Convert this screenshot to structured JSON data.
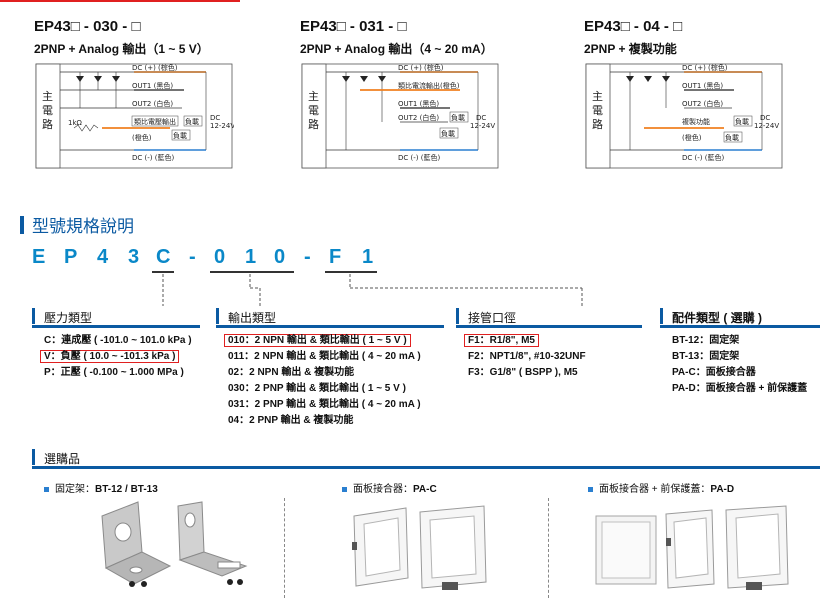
{
  "models": [
    {
      "title": "EP43□ - 030 - □",
      "subtitle": "2PNP + Analog 輸出（1 ~ 5 V）",
      "labels": {
        "dc_plus": "DC (+) (棕色)",
        "out1": "OUT1 (黑色)",
        "out2": "OUT2 (白色)",
        "mid": "類比電壓輸出",
        "orange": "(橙色)",
        "dc_minus": "DC (-) (藍色)",
        "resistor": "1kΩ",
        "load": "負載",
        "dc": "DC",
        "voltage": "12-24V",
        "main": [
          "主",
          "電",
          "路"
        ]
      }
    },
    {
      "title": "EP43□ - 031 - □",
      "subtitle": "2PNP + Analog 輸出（4 ~ 20 mA）",
      "labels": {
        "dc_plus": "DC (+) (棕色)",
        "out1": "類比電流輸出(橙色)",
        "out2": "OUT1 (黑色)",
        "mid": "OUT2 (白色)",
        "orange": "",
        "dc_minus": "DC (-) (藍色)",
        "resistor": "",
        "load": "負載",
        "dc": "DC",
        "voltage": "12-24V",
        "main": [
          "主",
          "電",
          "路"
        ]
      }
    },
    {
      "title": "EP43□ - 04 - □",
      "subtitle": "2PNP + 複製功能",
      "labels": {
        "dc_plus": "DC (+) (棕色)",
        "out1": "OUT1 (黑色)",
        "out2": "OUT2 (白色)",
        "mid": "複製功能",
        "orange": "(橙色)",
        "dc_minus": "DC (-) (藍色)",
        "resistor": "",
        "load": "負載",
        "dc": "DC",
        "voltage": "12-24V",
        "main": [
          "主",
          "電",
          "路"
        ]
      }
    }
  ],
  "spec_heading": "型號規格說明",
  "code": [
    "E",
    "P",
    "4",
    "3",
    "C",
    "-",
    "0",
    "1",
    "0",
    "-",
    "F",
    "1"
  ],
  "categories": [
    {
      "title": "壓力類型",
      "options": [
        [
          "C",
          "：連成壓 ( -101.0 ~ 101.0 kPa )"
        ],
        [
          "V",
          "：負壓 ( 10.0 ~ -101.3 kPa )"
        ],
        [
          "P",
          "：正壓 ( -0.100 ~ 1.000 MPa )"
        ]
      ]
    },
    {
      "title": "輸出類型",
      "options": [
        [
          "010",
          "：2 NPN  輸出  &  類比輸出 ( 1 ~ 5 V )"
        ],
        [
          "011",
          "：2 NPN  輸出  &  類比輸出 ( 4 ~ 20 mA )"
        ],
        [
          "02",
          "：2 NPN  輸出  &  複製功能"
        ],
        [
          "030",
          "：2 PNP  輸出  &  類比輸出 ( 1 ~ 5 V )"
        ],
        [
          "031",
          "：2 PNP  輸出  &  類比輸出 ( 4 ~ 20 mA )"
        ],
        [
          "04",
          "：2 PNP  輸出  &  複製功能"
        ]
      ]
    },
    {
      "title": "接管口徑",
      "options": [
        [
          "F1",
          "：R1/8\", M5"
        ],
        [
          "F2",
          "：NPT1/8\", #10-32UNF"
        ],
        [
          "F3",
          "：G1/8\" ( BSPP ), M5"
        ]
      ]
    },
    {
      "title": "配件類型 ( 選購 )",
      "options": [
        [
          "BT-12",
          "：固定架"
        ],
        [
          "BT-13",
          "：固定架"
        ],
        [
          "PA-C",
          "：面板接合器"
        ],
        [
          "PA-D",
          "：面板接合器 + 前保護蓋"
        ]
      ]
    }
  ],
  "accessories": {
    "heading": "選購品",
    "items": [
      {
        "label": "固定架：",
        "code": "BT-12 / BT-13"
      },
      {
        "label": "面板接合器：",
        "code": "PA-C"
      },
      {
        "label": "面板接合器 + 前保護蓋：",
        "code": "PA-D"
      }
    ]
  },
  "colors": {
    "accent": "#0b5aa2",
    "code": "#0a88c8",
    "highlight": "#e02020",
    "wire_brown": "#b5651d",
    "wire_blue": "#2a7fd0",
    "wire_orange": "#f08020"
  }
}
